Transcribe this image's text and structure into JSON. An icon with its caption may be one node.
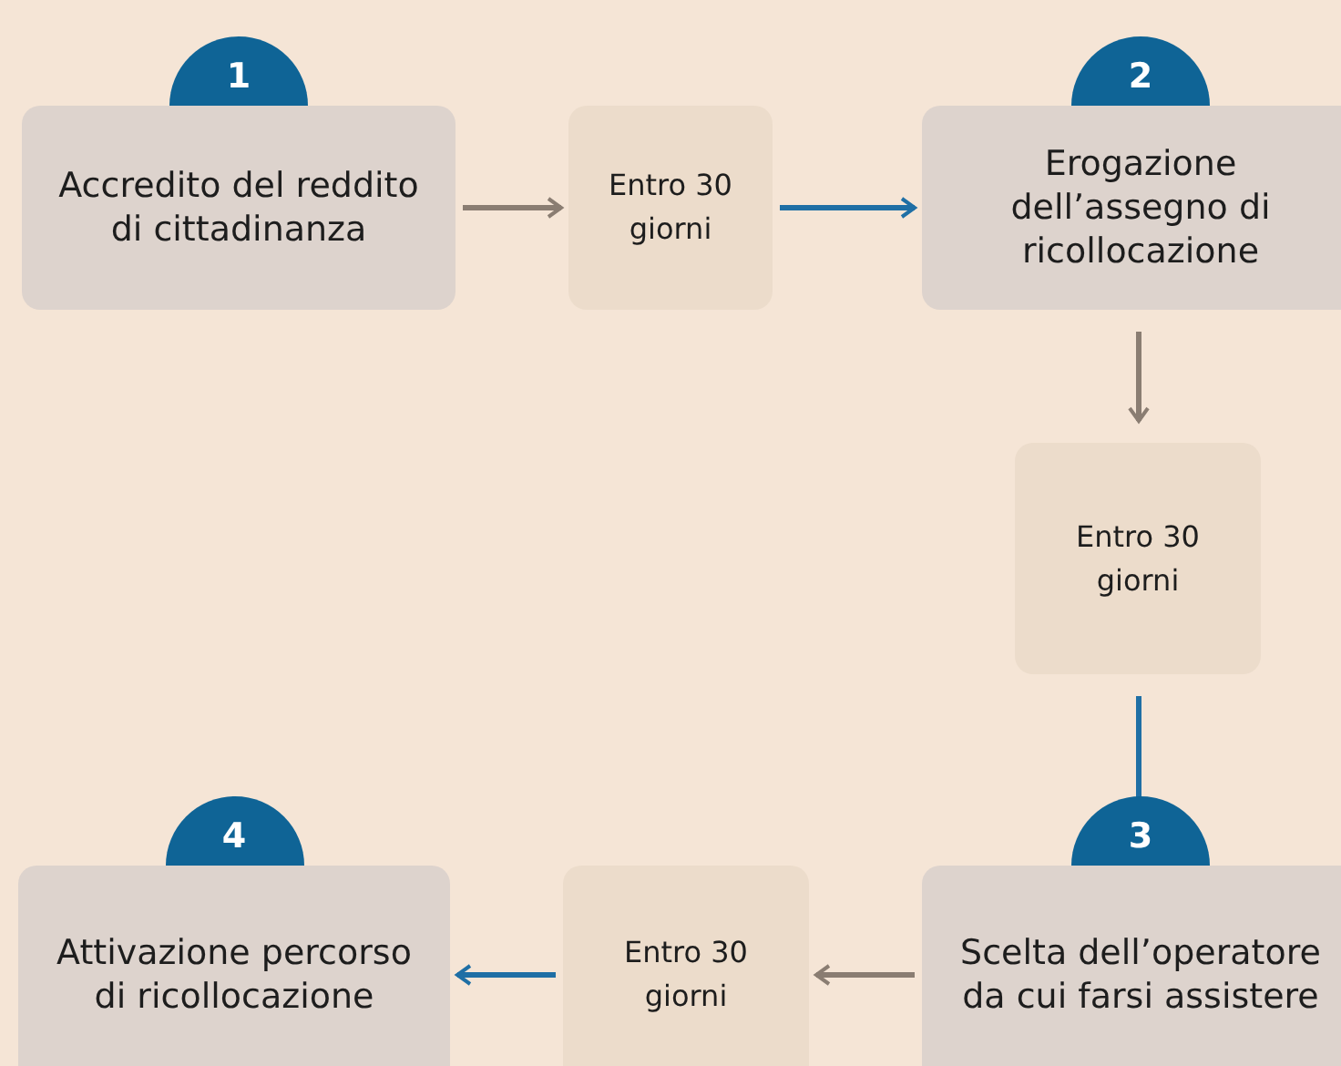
{
  "diagram": {
    "nodes": [
      {
        "text": [
          "1",
          "Accredito del reddito di cittadinanza"
        ]
      },
      {
        "text": [
          "Entro 30 giorni"
        ]
      },
      {
        "text": [
          "2",
          "Erogazione dell’assegno di ricollocazione"
        ]
      },
      {
        "text": [
          "Entro 30 giorni"
        ]
      },
      {
        "text": [
          "3",
          "Scelta dell’operatore da cui farsi assistere"
        ]
      },
      {
        "text": [
          "Entro 30 giorni"
        ]
      },
      {
        "text": [
          "4",
          "Attivazione percorso di ricollocazione"
        ]
      }
    ],
    "edges": [
      {
        "from": 0,
        "to": 1,
        "arrow": "to",
        "color": "#8a7d72"
      },
      {
        "from": 1,
        "to": 2,
        "arrow": "to",
        "color": "#1f6fa5"
      },
      {
        "from": 2,
        "to": 3,
        "arrow": "to",
        "color": "#8a7d72"
      },
      {
        "from": 3,
        "to": 4,
        "arrow": "to",
        "color": "#1f6fa5"
      },
      {
        "from": 4,
        "to": 5,
        "arrow": "to",
        "color": "#8a7d72"
      },
      {
        "from": 5,
        "to": 6,
        "arrow": "to",
        "color": "#1f6fa5"
      }
    ]
  }
}
